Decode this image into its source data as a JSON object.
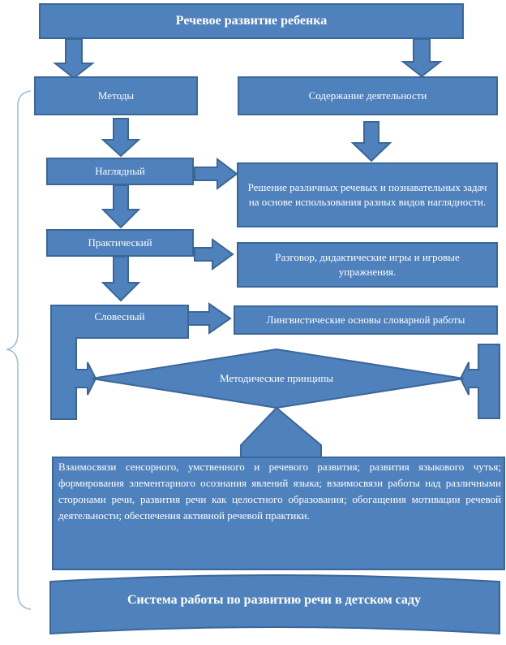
{
  "title": "Речевое развитие ребенка",
  "methods": "Методы",
  "content": "Содержание деятельности",
  "visual": "Наглядный",
  "visual_desc": "Решение различных речевых и познавательных задач на основе использования разных видов наглядности.",
  "practical": "Практический",
  "practical_desc": "Разговор, дидактические игры и игровые упражнения.",
  "verbal": "Словесный",
  "verbal_desc": "Лингвистические основы словарной работы",
  "principles": "Методические принципы",
  "principles_text": "Взаимосвязи сенсорного, умственного и речевого развития; развития языкового чутья; формирования элементарного осознания явлений языка; взаимосвязи работы над различными сторонами речи, развития речи как целостного образования; обогащения мотивации речевой деятельности; обеспечения активной речевой практики.",
  "footer": "Система работы по развитию речи в детском саду",
  "colors": {
    "fill": "#4f81bd",
    "stroke": "#3a6797",
    "brace": "#9bbbd9"
  }
}
